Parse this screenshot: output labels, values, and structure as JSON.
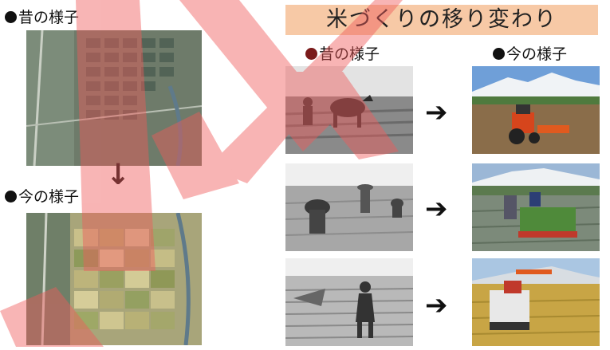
{
  "left": {
    "past_label": "昔の様子",
    "present_label": "今の様子"
  },
  "right": {
    "title": "米づくりの移り変わり",
    "past_header": "昔の様子",
    "present_header": "今の様子"
  },
  "colors": {
    "title_bg": "#f7c9a6",
    "past_dot": "#7a1a1a",
    "present_dot": "#111111",
    "overlay": "#f05a5a"
  },
  "icons": {
    "arrow_down": "arrow-down-icon",
    "arrow_right": "arrow-right-icon"
  }
}
